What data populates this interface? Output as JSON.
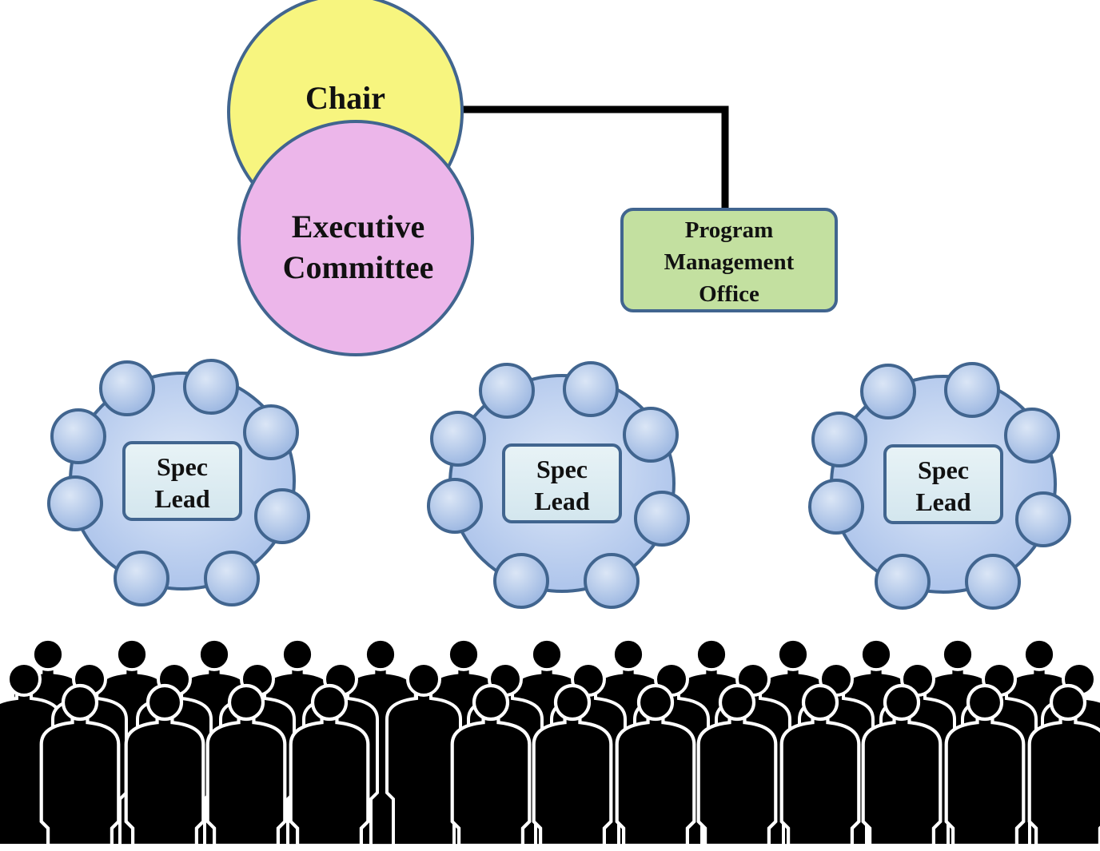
{
  "chair": {
    "label": "Chair",
    "fill": "#f7f57f"
  },
  "executive_committee": {
    "line1": "Executive",
    "line2": "Committee",
    "fill": "#ecb6ea"
  },
  "pmo": {
    "line1": "Program",
    "line2": "Management",
    "line3": "Office",
    "fill": "#c3e0a0"
  },
  "spec_teams": [
    {
      "line1": "Spec",
      "line2": "Lead"
    },
    {
      "line1": "Spec",
      "line2": "Lead"
    },
    {
      "line1": "Spec",
      "line2": "Lead"
    }
  ],
  "colors": {
    "outline": "#41658f",
    "team_fill": "#b8cdef",
    "seat_fill": "#a9c1e8",
    "lead_fill": "#dcebf0",
    "connector": "#000000",
    "crowd": "#000000"
  },
  "crowd": {
    "icon": "people-silhouette-icon"
  }
}
